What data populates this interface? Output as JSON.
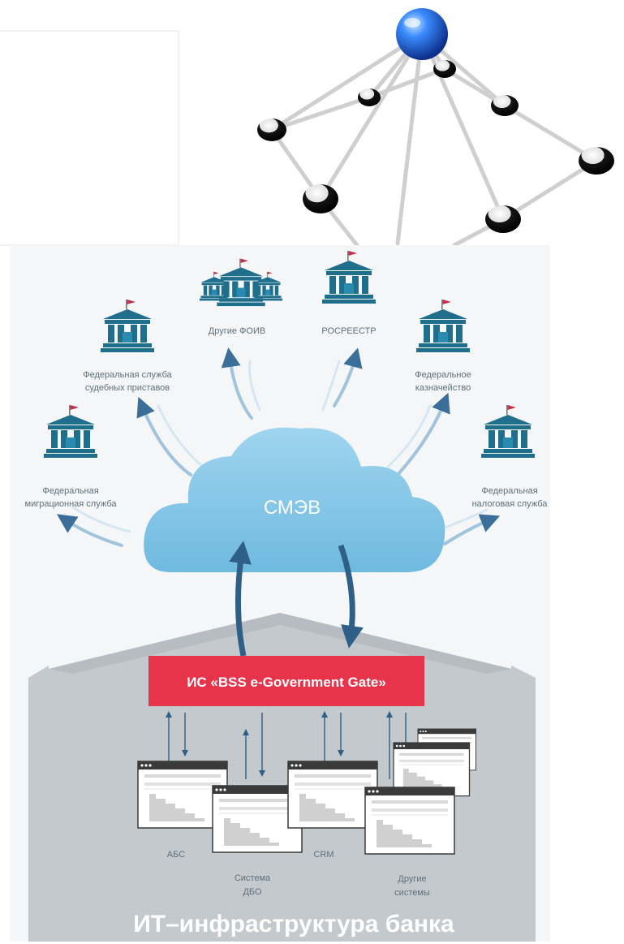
{
  "agencies": [
    {
      "lines": [
        "Федеральная",
        "миграционная служба"
      ]
    },
    {
      "lines": [
        "Федеральная служба",
        "судебных приставов"
      ]
    },
    {
      "lines": [
        "Другие ФОИВ"
      ]
    },
    {
      "lines": [
        "РОСРЕЕСТР"
      ]
    },
    {
      "lines": [
        "Федеральное",
        "казначейство"
      ]
    },
    {
      "lines": [
        "Федеральная",
        "налоговая служба"
      ]
    }
  ],
  "cloud_label": "СМЭВ",
  "gateway_label": "ИС «BSS e-Government Gate»",
  "systems": [
    {
      "lines": [
        "АБС"
      ]
    },
    {
      "lines": [
        "Система",
        "ДБО"
      ]
    },
    {
      "lines": [
        "CRM"
      ]
    },
    {
      "lines": [
        "Другие",
        "системы"
      ]
    }
  ],
  "infrastructure_label": "ИТ–инфраструктура банка",
  "colors": {
    "cloud": "#7ec4e6",
    "gateway": "#e8344a",
    "house": "#c4c9cd",
    "arrow": "#2f5f86",
    "building": "#1f6e8c",
    "flag": "#c0324c",
    "network_hub": "#1a5fd6"
  },
  "icons": [
    "government-building-icon",
    "cloud-icon",
    "application-window-icon",
    "network-graph-icon"
  ]
}
